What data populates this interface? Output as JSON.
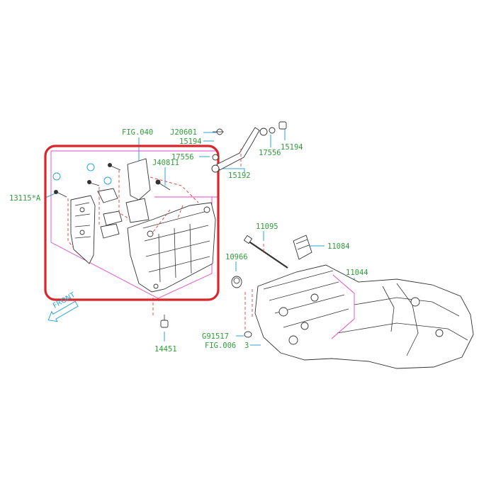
{
  "labels": {
    "fig040": "FIG.040",
    "j20601": "J20601",
    "p15194a": "15194",
    "p17556a": "17556",
    "j40811": "J40811",
    "p15192": "15192",
    "p17556b": "17556",
    "p15194b": "15194",
    "p13115": "13115*A",
    "p11095": "11095",
    "p11084": "11084",
    "p10966": "10966",
    "p11044": "11044",
    "g91517": "G91517",
    "fig006": "FIG.006",
    "fig006_num": "3",
    "p14451": "14451",
    "front": "FRONT"
  },
  "colors": {
    "label_green": "#2f9e3a",
    "leader_blue": "#2aa6d6",
    "highlight_red": "#d8262a",
    "assembly_pink": "#e048c8",
    "dash_red": "#e23a3a"
  },
  "icons": [
    "front-arrow-icon",
    "reference-marker-icon"
  ]
}
